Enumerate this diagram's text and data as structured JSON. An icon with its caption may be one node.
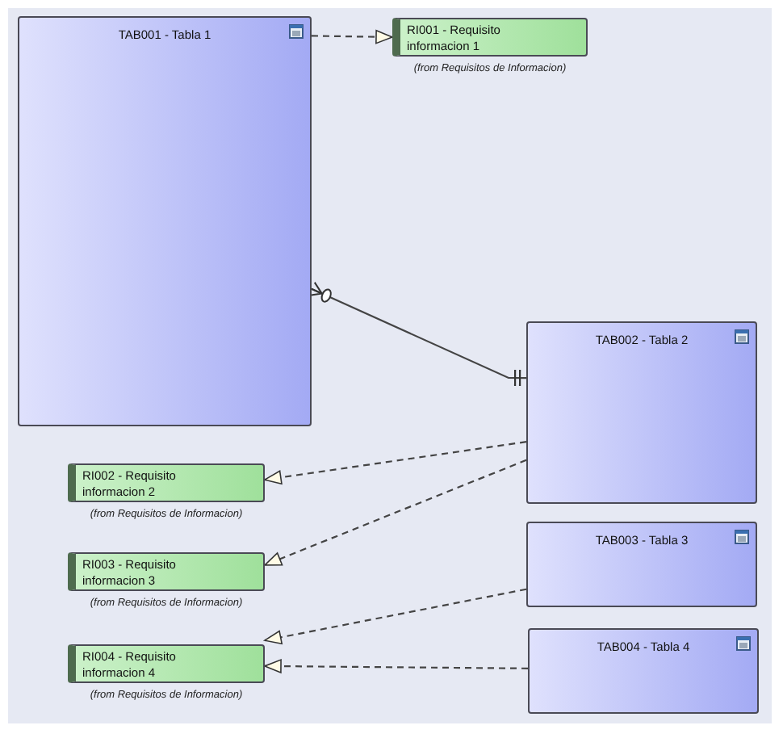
{
  "diagram": {
    "nodes": [
      {
        "text": [
          "TAB001 - Tabla 1"
        ]
      },
      {
        "text": [
          "RI001 - Requisito informacion 1"
        ],
        "beside": [
          "(from Requisitos de Informacion)"
        ]
      },
      {
        "text": [
          "TAB002 - Tabla 2"
        ]
      },
      {
        "text": [
          "RI002 - Requisito informacion 2"
        ],
        "beside": [
          "(from Requisitos de Informacion)"
        ]
      },
      {
        "text": [
          "RI003 - Requisito informacion 3"
        ],
        "beside": [
          "(from Requisitos de Informacion)"
        ]
      },
      {
        "text": [
          "TAB003 - Tabla 3"
        ]
      },
      {
        "text": [
          "RI004 - Requisito informacion 4"
        ],
        "beside": [
          "(from Requisitos de Informacion)"
        ]
      },
      {
        "text": [
          "TAB004 - Tabla 4"
        ]
      }
    ],
    "edges": [
      {
        "from": 0,
        "to": 1,
        "arrow": "to",
        "style": "dashed"
      },
      {
        "from": 0,
        "to": 2,
        "arrow": "other"
      },
      {
        "from": 2,
        "to": 3,
        "arrow": "to",
        "style": "dashed"
      },
      {
        "from": 2,
        "to": 4,
        "arrow": "to",
        "style": "dashed"
      },
      {
        "from": 5,
        "to": 6,
        "arrow": "to",
        "style": "dashed"
      },
      {
        "from": 7,
        "to": 6,
        "arrow": "to",
        "style": "dashed"
      }
    ]
  }
}
